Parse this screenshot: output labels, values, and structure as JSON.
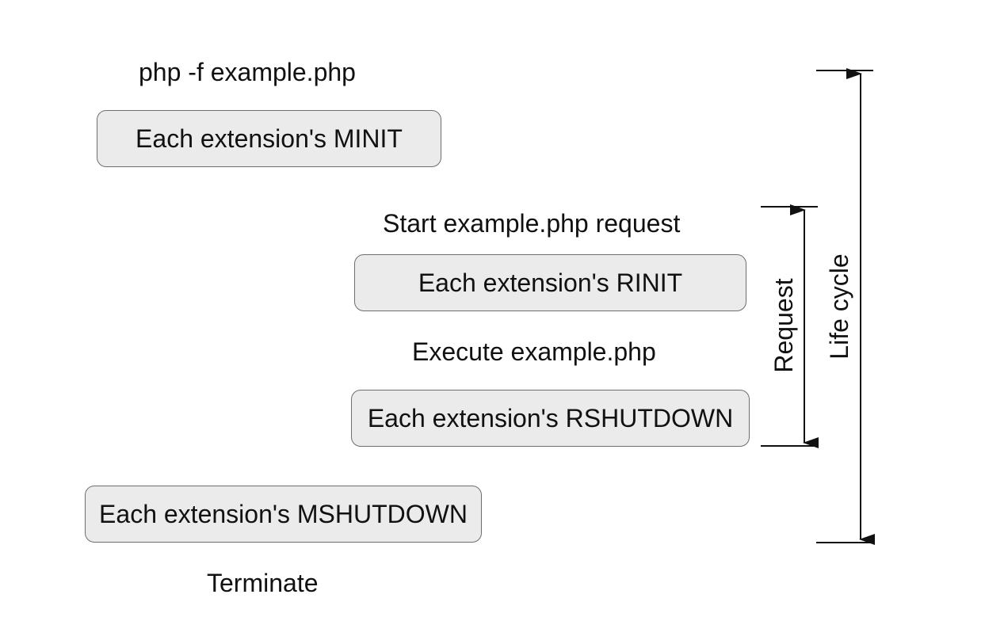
{
  "steps": {
    "command": "php -f example.php",
    "minit": "Each extension's MINIT",
    "start_request": "Start example.php request",
    "rinit": "Each extension's RINIT",
    "execute": "Execute example.php",
    "rshutdown": "Each extension's RSHUTDOWN",
    "mshutdown": "Each extension's MSHUTDOWN",
    "terminate": "Terminate"
  },
  "brackets": {
    "request": "Request",
    "life_cycle": "Life cycle"
  },
  "colors": {
    "box_fill": "#ebebeb",
    "box_border": "#6e6e6e",
    "text": "#111111",
    "line": "#111111"
  }
}
